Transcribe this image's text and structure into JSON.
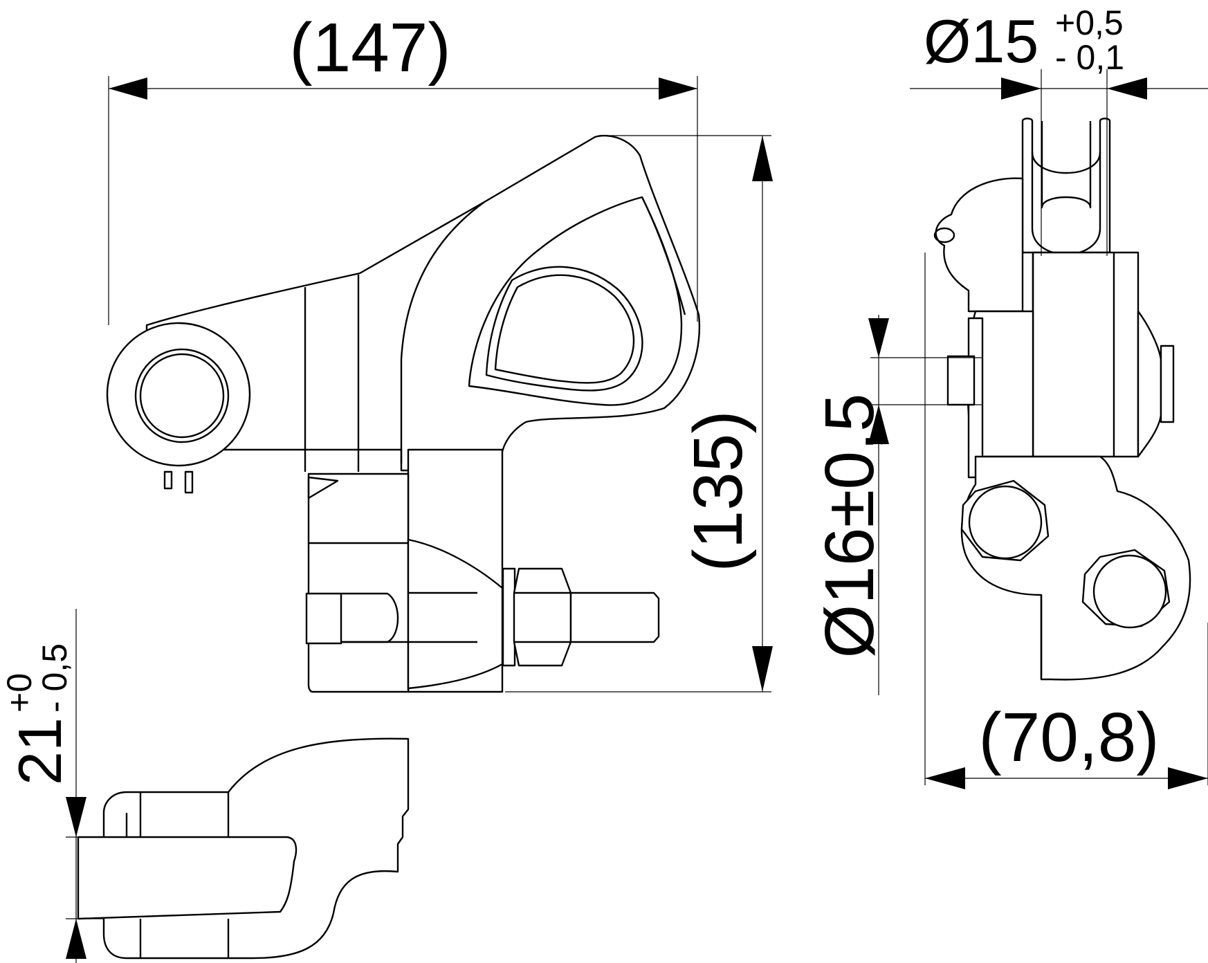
{
  "drawing": {
    "dimensions": {
      "overall_width": "(147)",
      "overall_height": "(135)",
      "conductor_diameter_main": "Ø15",
      "conductor_diameter_tol_upper": "+0,5",
      "conductor_diameter_tol_lower": "- 0,1",
      "tap_diameter": "Ø16±0,5",
      "side_width": "(70,8)",
      "opening_height_main": "21",
      "opening_height_tol_upper": "+0",
      "opening_height_tol_lower": "- 0,5"
    }
  }
}
